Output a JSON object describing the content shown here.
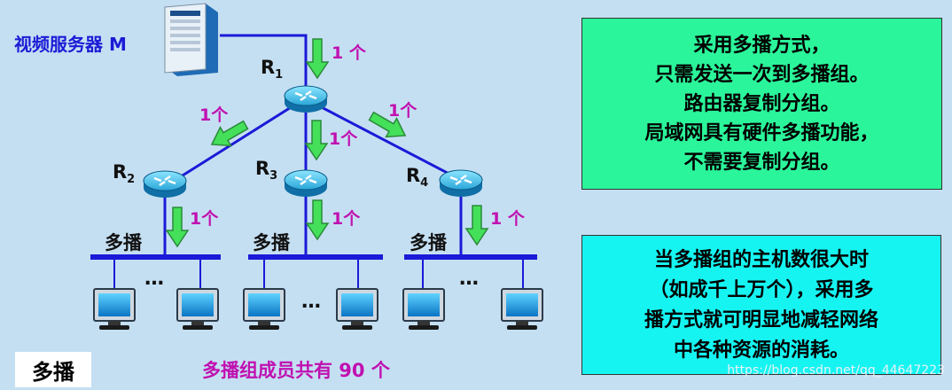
{
  "server": {
    "label": "视频服务器 M"
  },
  "routers": {
    "r1": {
      "letter": "R",
      "sub": "1"
    },
    "r2": {
      "letter": "R",
      "sub": "2"
    },
    "r3": {
      "letter": "R",
      "sub": "3"
    },
    "r4": {
      "letter": "R",
      "sub": "4"
    }
  },
  "messages": {
    "m_server": "1 个",
    "m_r1_r2": "1个",
    "m_r1_r3": "1个",
    "m_r1_r4": "1个",
    "m_r2_lan": "1个",
    "m_r3_lan": "1个",
    "m_r4_lan": "1 个"
  },
  "lans": [
    "多播",
    "多播",
    "多播"
  ],
  "ellipsis": "…",
  "info_box_1": {
    "lines": [
      "采用多播方式，",
      "只需发送一次到多播组。",
      "路由器复制分组。",
      "局域网具有硬件多播功能，",
      "不需要复制分组。"
    ],
    "bg": "#2bf59a"
  },
  "info_box_2": {
    "lines": [
      "当多播组的主机数很大时",
      "（如成千上万个），采用多",
      "播方式就可明显地减轻网络",
      "中各种资源的消耗。"
    ],
    "bg": "#16f4f2"
  },
  "mode_label": "多播",
  "group_count": "多播组成员共有 90 个",
  "watermark": "https://blog.csdn.net/qq_44647223",
  "colors": {
    "link": "#1a1ad8",
    "arrow": "#44e05a",
    "text_highlight": "#c010b0",
    "background": "#c5dff2"
  }
}
